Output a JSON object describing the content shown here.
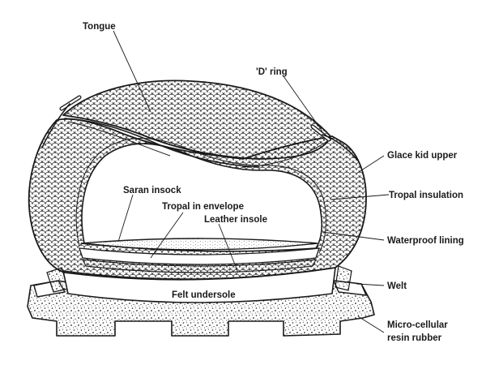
{
  "labels": {
    "tongue": "Tongue",
    "d_ring": "'D' ring",
    "glace_kid_upper": "Glace kid upper",
    "tropal_insulation": "Tropal insulation",
    "saran_insock": "Saran insock",
    "tropal_in_envelope": "Tropal in envelope",
    "leather_insole": "Leather insole",
    "waterproof_lining": "Waterproof lining",
    "welt": "Welt",
    "felt_undersole": "Felt undersole",
    "micro_cellular_line1": "Micro-cellular",
    "micro_cellular_line2": "resin rubber"
  }
}
